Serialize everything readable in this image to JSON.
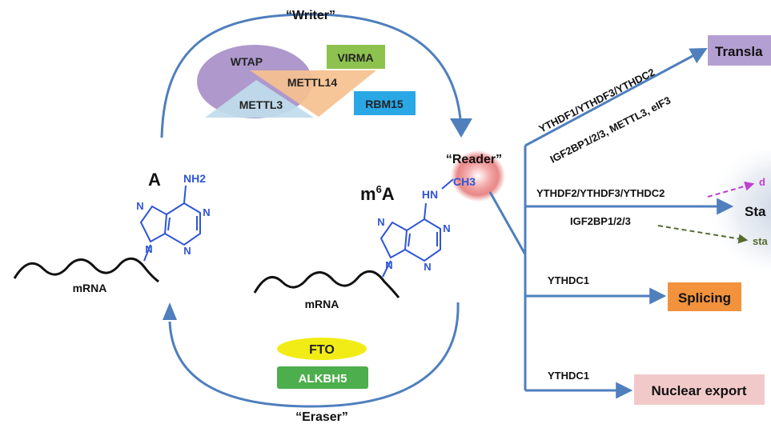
{
  "cycle": {
    "writer_label": "“Writer”",
    "eraser_label": "“Eraser”",
    "reader_label": "“Reader”"
  },
  "writer_proteins": [
    "WTAP",
    "METTL14",
    "METTL3",
    "VIRMA",
    "RBM15"
  ],
  "eraser_proteins": [
    "FTO",
    "ALKBH5"
  ],
  "left_molecule": {
    "title": "A",
    "mrna_label": "mRNA",
    "amino_group": "NH2"
  },
  "right_molecule": {
    "title_base": "m",
    "title_sup": "6",
    "title_end": "A",
    "mrna_label": "mRNA",
    "methylamino_hn": "HN",
    "methylamino_ch": "CH3"
  },
  "ring_atoms": [
    "N",
    "N",
    "N",
    "N"
  ],
  "outcomes": [
    {
      "label": "Transla",
      "readers": [
        "YTHDF1/YTHDF3/YTHDC2",
        "IGF2BP1/2/3, METTL3, eIF3"
      ]
    },
    {
      "label": "Sta",
      "readers": [
        "YTHDF2/YTHDF3/YTHDC2",
        "IGF2BP1/2/3"
      ],
      "sub_labels": [
        "d",
        "sta"
      ]
    },
    {
      "label": "Splicing",
      "readers": [
        "YTHDC1"
      ]
    },
    {
      "label": "Nuclear export",
      "readers": [
        "YTHDC1"
      ]
    }
  ],
  "colors": {
    "arrow_blue": "#4f7fbd",
    "wtap": "#a58dc7",
    "mettl14": "#f5c08f",
    "mettl3": "#bfdcec",
    "virma": "#8dc24f",
    "rbm15": "#2aa7e5",
    "fto": "#f2ec16",
    "alkbh5": "#4cae4c",
    "translation": "#b49fd3",
    "splicing": "#f2923c",
    "nuclear_export": "#f2c9c9",
    "reader_glow": "#e66060",
    "molecule_blue": "#2f55d4",
    "degradation_arrow": "#c040d0",
    "stability_arrow": "#556b2f"
  }
}
